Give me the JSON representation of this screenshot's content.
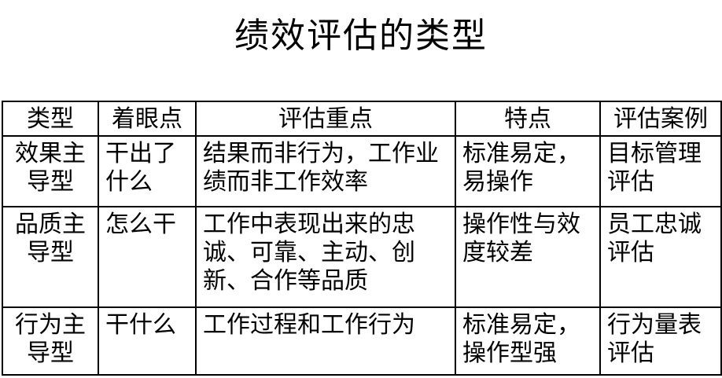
{
  "title": "绩效评估的类型",
  "table": {
    "headers": [
      "类型",
      "着眼点",
      "评估重点",
      "特点",
      "评估案例"
    ],
    "rows": [
      [
        "效果主导型",
        "干出了什么",
        "结果而非行为，工作业绩而非工作效率",
        "标准易定，易操作",
        "目标管理评估"
      ],
      [
        "品质主导型",
        "怎么干",
        "工作中表现出来的忠诚、可靠、主动、创新、合作等品质",
        "操作性与效度较差",
        "员工忠诚评估"
      ],
      [
        "行为主导型",
        "干什么",
        "工作过程和工作行为",
        "标准易定，操作型强",
        "行为量表评估"
      ]
    ]
  }
}
